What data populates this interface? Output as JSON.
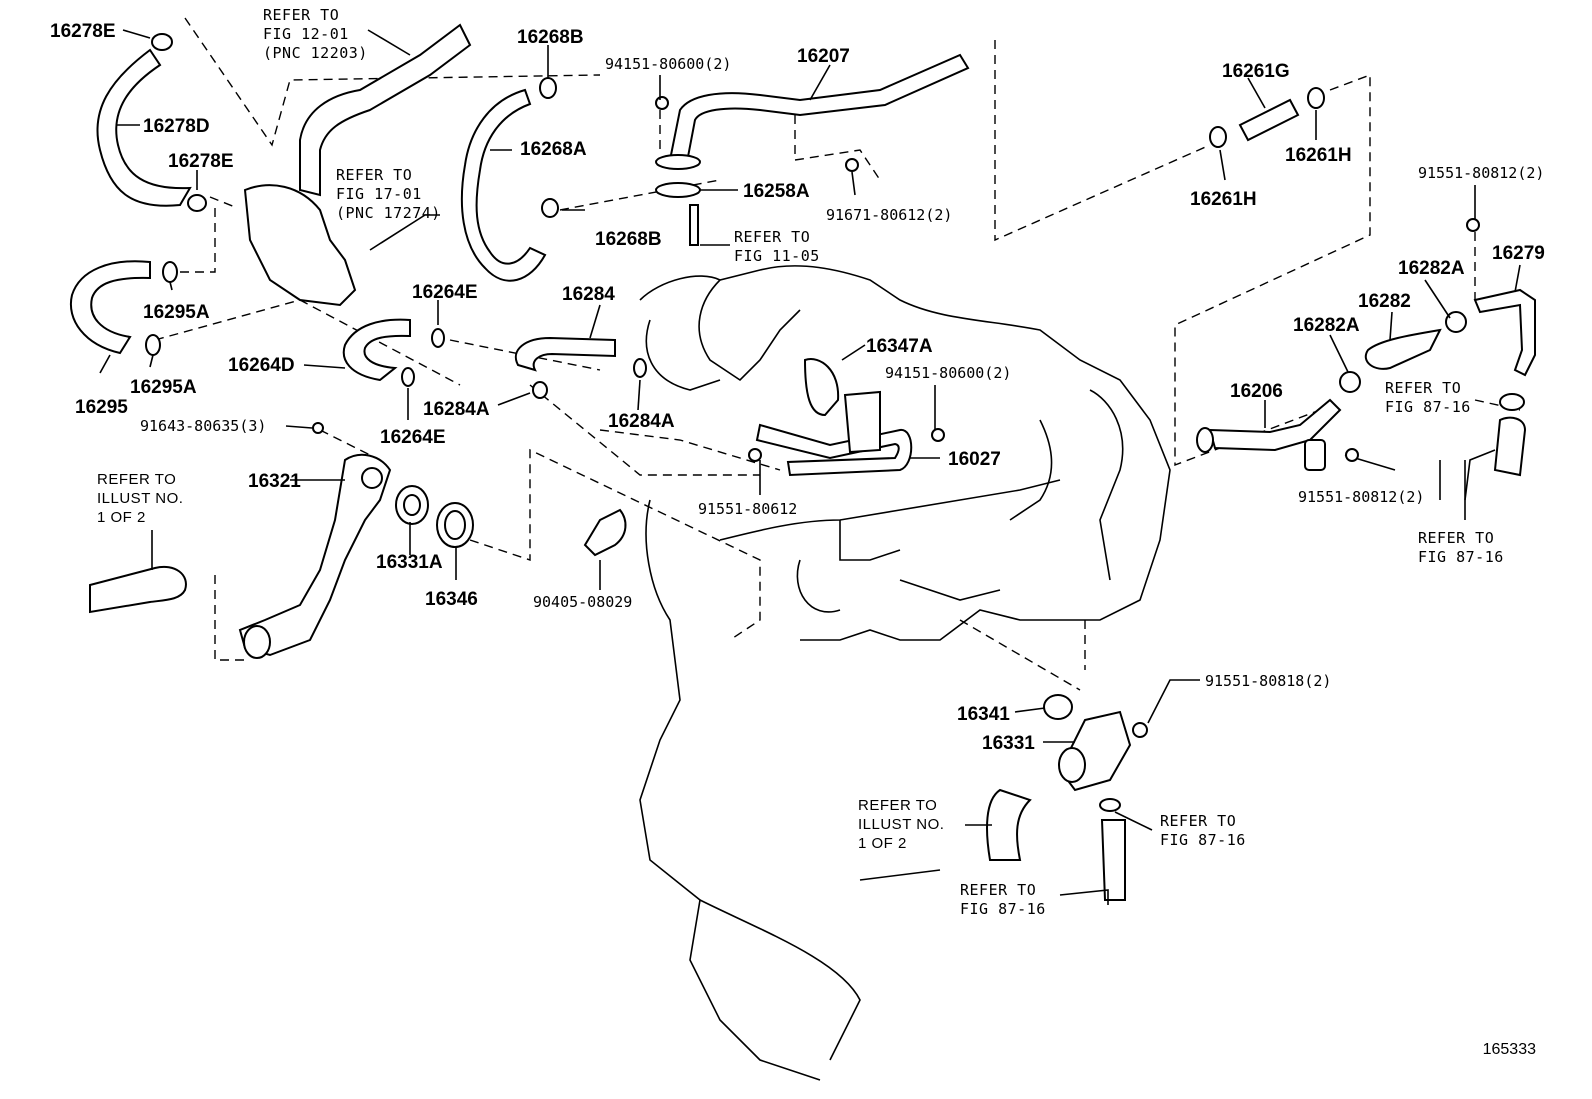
{
  "parts": {
    "p16278E_top": "16278E",
    "p16278D": "16278D",
    "p16278E_mid": "16278E",
    "p16268B_top": "16268B",
    "p16268A": "16268A",
    "p16268B_mid": "16268B",
    "p16207": "16207",
    "p16258A": "16258A",
    "p16261G": "16261G",
    "p16261H_right": "16261H",
    "p16261H_left": "16261H",
    "p16279": "16279",
    "p16282A_top": "16282A",
    "p16282": "16282",
    "p16282A_mid": "16282A",
    "p16206": "16206",
    "p16295A_top": "16295A",
    "p16295A_bot": "16295A",
    "p16295": "16295",
    "p16264E_top": "16264E",
    "p16264D": "16264D",
    "p16264E_bot": "16264E",
    "p16284": "16284",
    "p16284A_left": "16284A",
    "p16284A_right": "16284A",
    "p16347A": "16347A",
    "p16027": "16027",
    "p16321": "16321",
    "p16331A": "16331A",
    "p16346": "16346",
    "p16341": "16341",
    "p16331": "16331"
  },
  "fasteners": {
    "f94151_top": "94151-80600(2)",
    "f91671": "91671-80612(2)",
    "f91551_812_top": "91551-80812(2)",
    "f94151_mid": "94151-80600(2)",
    "f91643": "91643-80635(3)",
    "f91551_612": "91551-80612",
    "f90405": "90405-08029",
    "f91551_812_right": "91551-80812(2)",
    "f91551_818": "91551-80818(2)"
  },
  "refers": {
    "r_fig12": [
      "REFER TO",
      "FIG 12-01",
      "(PNC 12203)"
    ],
    "r_fig17": [
      "REFER TO",
      "FIG 17-01",
      "(PNC 17274)"
    ],
    "r_fig11": [
      "REFER TO",
      "FIG 11-05"
    ],
    "r_fig87_a": [
      "REFER TO",
      "FIG 87-16"
    ],
    "r_fig87_b": [
      "REFER TO",
      "FIG 87-16"
    ],
    "r_illust_left": [
      "REFER TO",
      "ILLUST NO.",
      "1 OF 2"
    ],
    "r_illust_bottom": [
      "REFER TO",
      "ILLUST NO.",
      "1 OF 2"
    ],
    "r_fig87_c": [
      "REFER TO",
      "FIG 87-16"
    ],
    "r_fig87_d": [
      "REFER TO",
      "FIG 87-16"
    ]
  },
  "figure_number": "165333"
}
